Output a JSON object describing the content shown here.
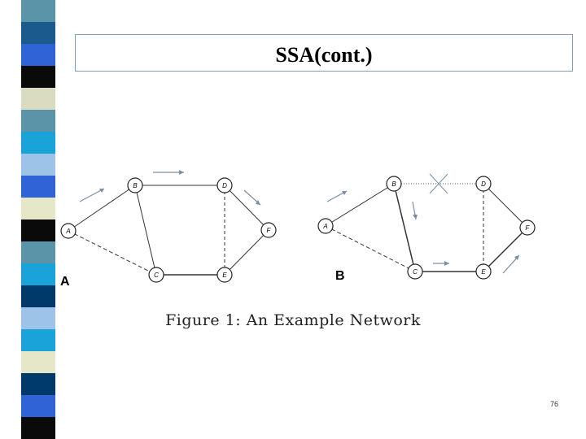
{
  "slide": {
    "title": "SSA(cont.)",
    "page_number": "76"
  },
  "figure": {
    "caption": "Figure 1: An Example Network",
    "panels": [
      {
        "label": "A",
        "nodes": [
          "A",
          "B",
          "C",
          "D",
          "E",
          "F"
        ]
      },
      {
        "label": "B",
        "nodes": [
          "A",
          "B",
          "C",
          "D",
          "E",
          "F"
        ]
      }
    ]
  },
  "colors": {
    "strip": [
      "#5b93a8",
      "#1a5a8c",
      "#2f63d6",
      "#0a0a0a",
      "#d9dcc0",
      "#5b93a8",
      "#1aa3d8",
      "#9ec3e8",
      "#2f63d6",
      "#e6e6c8",
      "#0a0a0a",
      "#5b93a8",
      "#1aa3d8",
      "#003a6b",
      "#9ec3e8",
      "#1aa3d8",
      "#e6e6c8",
      "#003a6b",
      "#2f63d6",
      "#0a0a0a"
    ]
  }
}
